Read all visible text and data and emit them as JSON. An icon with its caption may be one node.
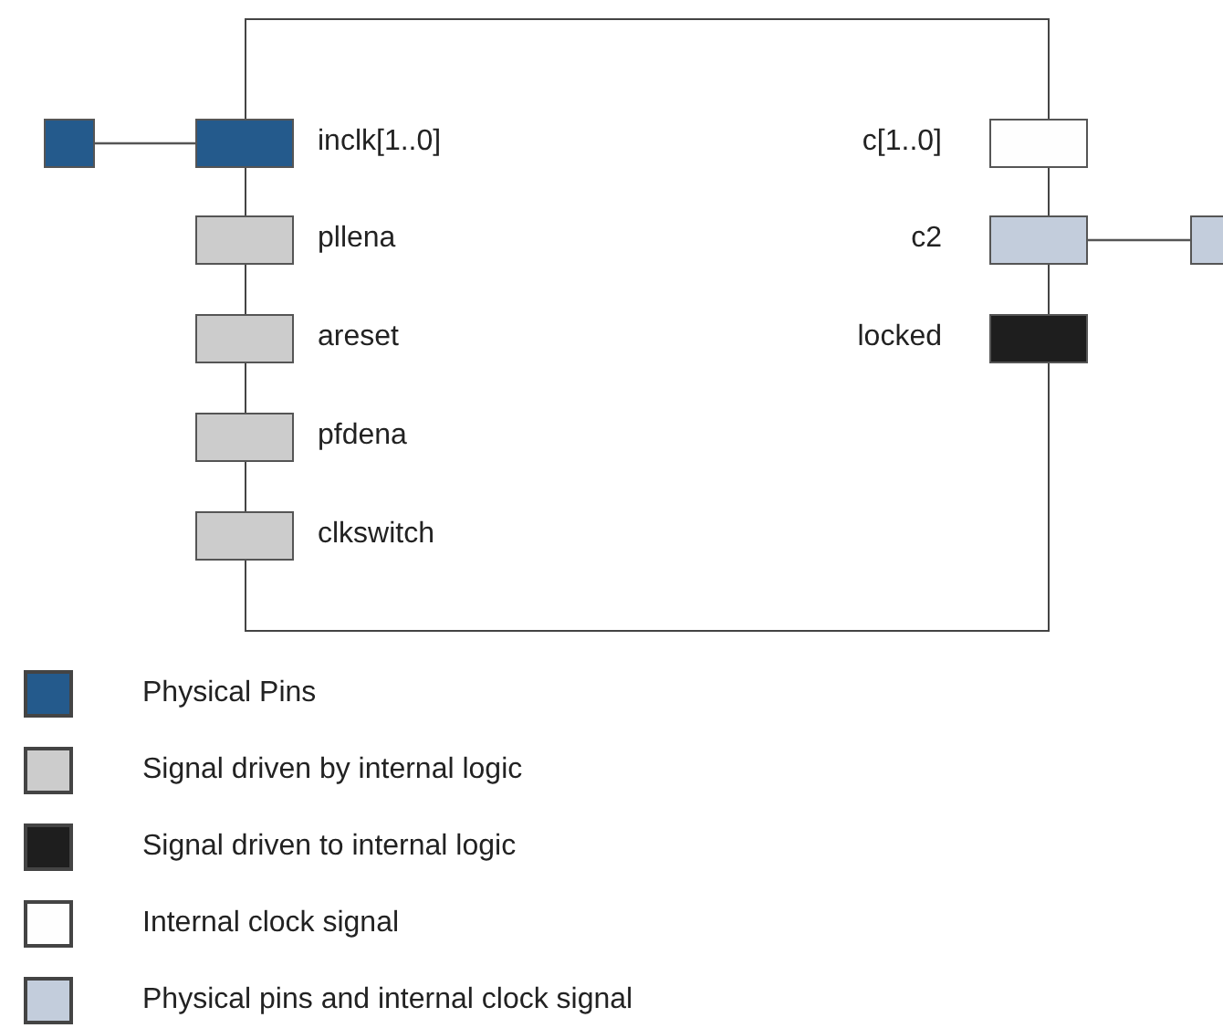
{
  "diagram": {
    "nodes": [
      {
        "text": [],
        "shape": "box"
      },
      {
        "text": [],
        "shape": "box"
      },
      {
        "text": [],
        "shape": "box"
      },
      {
        "text": [],
        "shape": "box"
      },
      {
        "text": [],
        "shape": "box"
      },
      {
        "text": [],
        "shape": "box"
      },
      {
        "text": [],
        "shape": "box"
      },
      {
        "text": [],
        "shape": "box"
      },
      {
        "text": [],
        "shape": "box"
      },
      {
        "text": [],
        "shape": "box"
      },
      {
        "text": [],
        "shape": "box"
      }
    ],
    "edges": [
      {
        "from": 1,
        "to": 2,
        "arrow": "none"
      },
      {
        "from": 5,
        "to": 6,
        "arrow": "none"
      }
    ],
    "labels": [
      "inclk[1..0]",
      "c[1..0]",
      "pllena",
      "c2",
      "areset",
      "locked",
      "pfdena",
      "clkswitch"
    ],
    "legend": [
      {
        "text": "Physical Pins",
        "color": "#245a8c"
      },
      {
        "text": "Signal driven by internal logic",
        "color": "#cccccc"
      },
      {
        "text": "Signal driven to internal logic",
        "color": "#1e1e1e"
      },
      {
        "text": "Internal clock signal",
        "color": "#fefefe"
      },
      {
        "text": "Physical pins and internal clock signal",
        "color": "#c3cddc"
      }
    ]
  }
}
